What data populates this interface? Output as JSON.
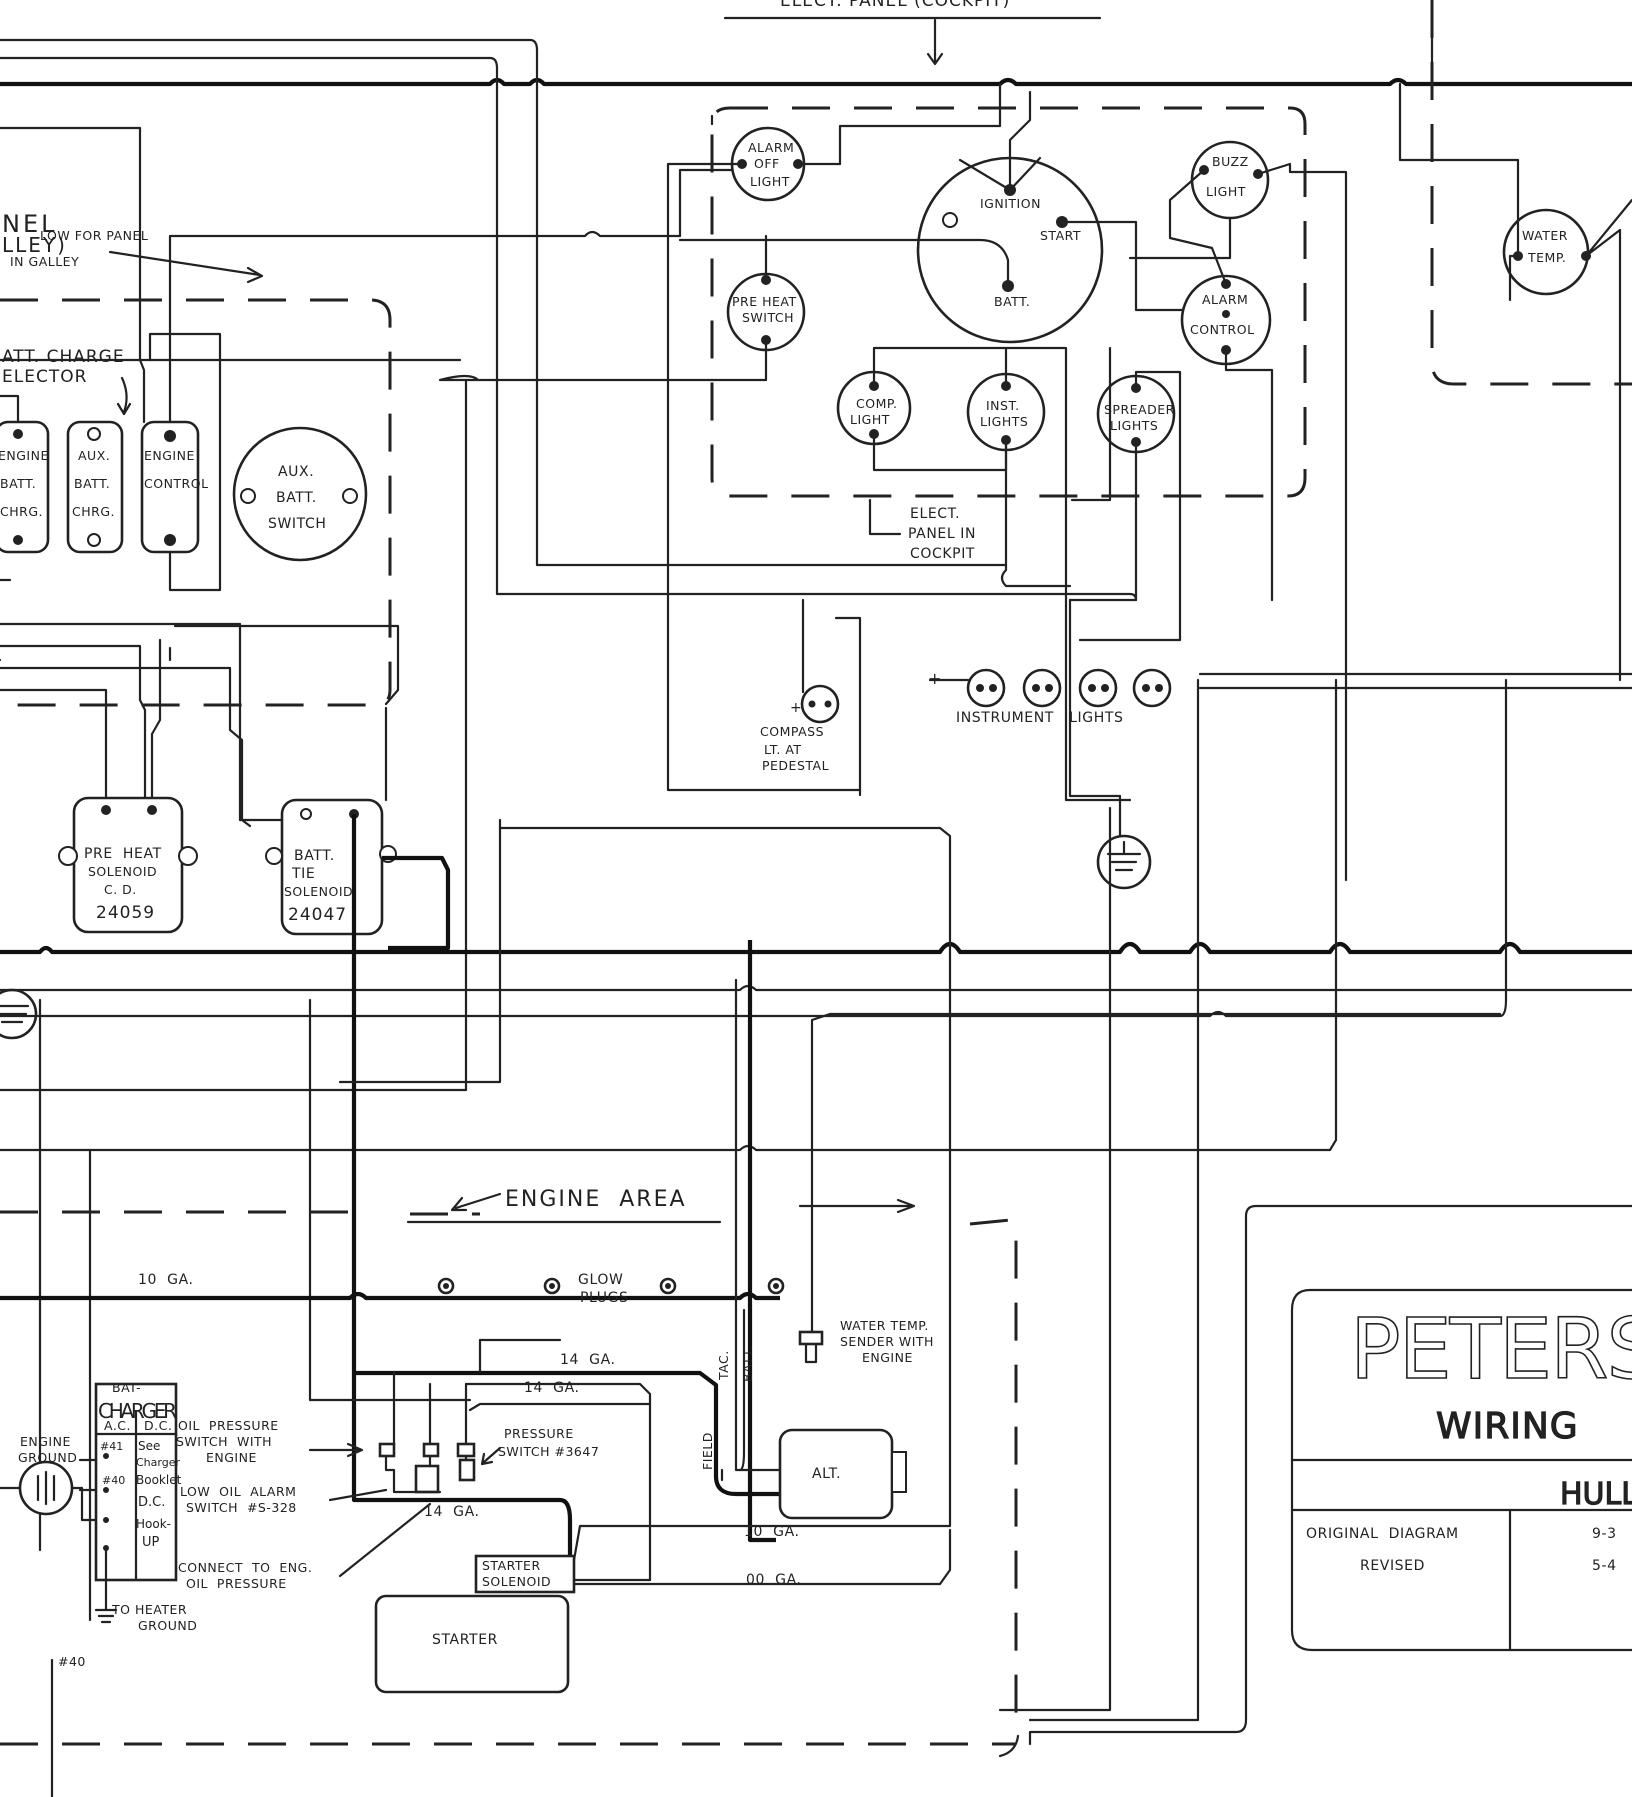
{
  "header_note": "ELECT. PANEL (COCKPIT)",
  "galley_panel": {
    "title_fragment": "NEL",
    "note_lines": [
      "LOW FOR PANEL",
      "LLEY)",
      "IN GALLEY"
    ],
    "charge_selector": [
      "ATT. CHARGE",
      "ELECTOR"
    ],
    "switches": [
      {
        "lines": [
          "ENGINE",
          "BATT.",
          "CHRG."
        ]
      },
      {
        "lines": [
          "AUX.",
          "BATT.",
          "CHRG."
        ]
      },
      {
        "lines": [
          "ENGINE",
          "CONTROL"
        ]
      }
    ],
    "aux_batt_switch": [
      "AUX.",
      "BATT.",
      "SWITCH"
    ]
  },
  "cockpit_panel": {
    "alarm_off_light": [
      "ALARM",
      "OFF",
      "LIGHT"
    ],
    "ignition": "IGNITION",
    "start": "START",
    "batt": "BATT.",
    "buzz_light": [
      "BUZZ",
      "LIGHT"
    ],
    "pre_heat_switch": [
      "PRE HEAT",
      "SWITCH"
    ],
    "alarm_control": [
      "ALARM",
      "CONTROL"
    ],
    "comp_light": [
      "COMP.",
      "LIGHT"
    ],
    "inst_lights": [
      "INST.",
      "LIGHTS"
    ],
    "spreader_lights": [
      "SPREADER",
      "LIGHTS"
    ],
    "panel_note": [
      "ELECT.",
      "PANEL IN",
      "COCKPIT"
    ],
    "water_temp": [
      "WATER",
      "TEMP."
    ]
  },
  "instrument_lights": "INSTRUMENT   LIGHTS",
  "compass": [
    "COMPASS",
    "LT.  AT",
    "PEDESTAL"
  ],
  "solenoids": {
    "pre_heat": [
      "PRE  HEAT",
      "SOLENOID",
      "C. D.",
      "24059"
    ],
    "batt_tie": [
      "BATT.",
      "TIE",
      "SOLENOID",
      "24047"
    ]
  },
  "engine_area": {
    "title": "ENGINE  AREA",
    "wire_10ga": "10  GA.",
    "glow_plugs": [
      "GLOW",
      "PLUGS"
    ],
    "water_temp_sender": [
      "WATER TEMP.",
      "SENDER WITH",
      "ENGINE"
    ],
    "wire_14ga_a": "14  GA.",
    "wire_14ga_b": "14  GA.",
    "wire_14ga_c": "14  GA.",
    "field": "FIELD",
    "tac": "TAC.",
    "batt": "BATT.",
    "alt": "ALT.",
    "pressure_switch": [
      "PRESSURE",
      "SWITCH #3647"
    ],
    "oil_pressure": [
      "OIL  PRESSURE",
      "SWITCH  WITH",
      "ENGINE"
    ],
    "low_oil_alarm": [
      "LOW  OIL  ALARM",
      "SWITCH  #S-328"
    ],
    "connect_note": [
      "CONNECT  TO  ENG.",
      "OIL  PRESSURE"
    ],
    "wire_10ga_b": "10  GA.",
    "wire_00ga": "00  GA.",
    "starter_solenoid": [
      "STARTER",
      "SOLENOID"
    ],
    "starter": "STARTER",
    "engine_ground": [
      "ENGINE",
      "GROUND"
    ],
    "to_heater": [
      "TO HEATER",
      "GROUND"
    ],
    "wire_40": "#40"
  },
  "charger": {
    "title_small": "BAT-",
    "title": "CHARGER",
    "ac": "A.C.",
    "dc": "D.C.",
    "rows": [
      {
        "num": "#41",
        "txt": "See"
      },
      {
        "num": "",
        "txt": "Charger"
      },
      {
        "num": "#40",
        "txt": "Booklet"
      },
      {
        "num": "",
        "txt": "D.C."
      },
      {
        "num": "",
        "txt": "Hook-"
      },
      {
        "num": "",
        "txt": "UP"
      }
    ]
  },
  "title_block": {
    "company": "PETERSON",
    "subtitle": "WIRING",
    "hull": "HULL",
    "rows": [
      {
        "label": "ORIGINAL  DIAGRAM",
        "value": "9-3"
      },
      {
        "label": "REVISED",
        "value": "5-4"
      }
    ]
  }
}
